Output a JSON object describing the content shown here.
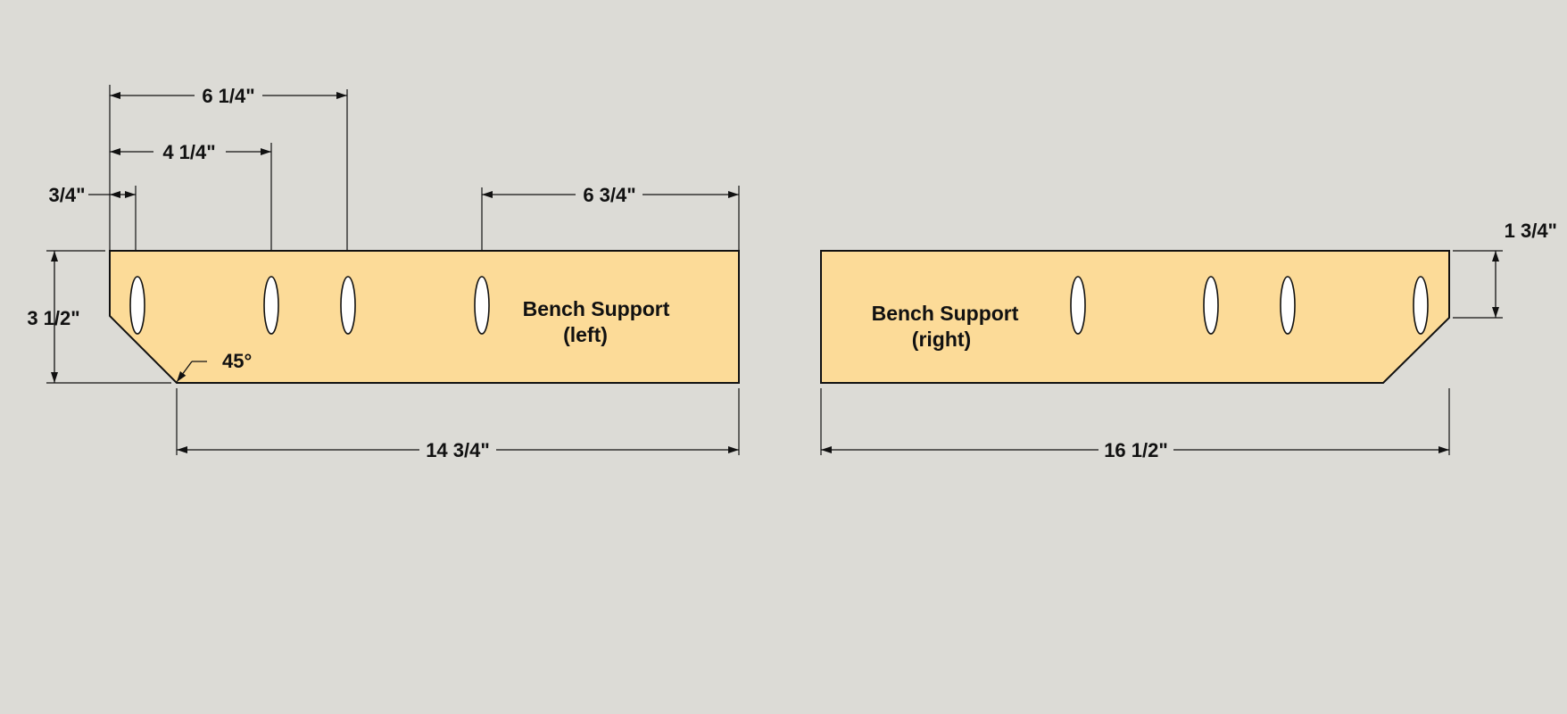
{
  "colors": {
    "background": "#dcdbd6",
    "board_fill": "#fcdb98",
    "line": "#111111",
    "hole_fill": "#ffffff"
  },
  "parts": {
    "left": {
      "label_line1": "Bench Support",
      "label_line2": "(left)"
    },
    "right": {
      "label_line1": "Bench Support",
      "label_line2": "(right)"
    }
  },
  "dimensions": {
    "left_hole4": "6 1/4\"",
    "left_hole3": "4 1/4\"",
    "left_hole1": "3/4\"",
    "left_last_hole": "6 3/4\"",
    "left_height": "3 1/2\"",
    "angle": "45°",
    "left_bottom_length": "14 3/4\"",
    "right_length": "16 1/2\"",
    "right_bevel_height": "1 3/4\""
  }
}
